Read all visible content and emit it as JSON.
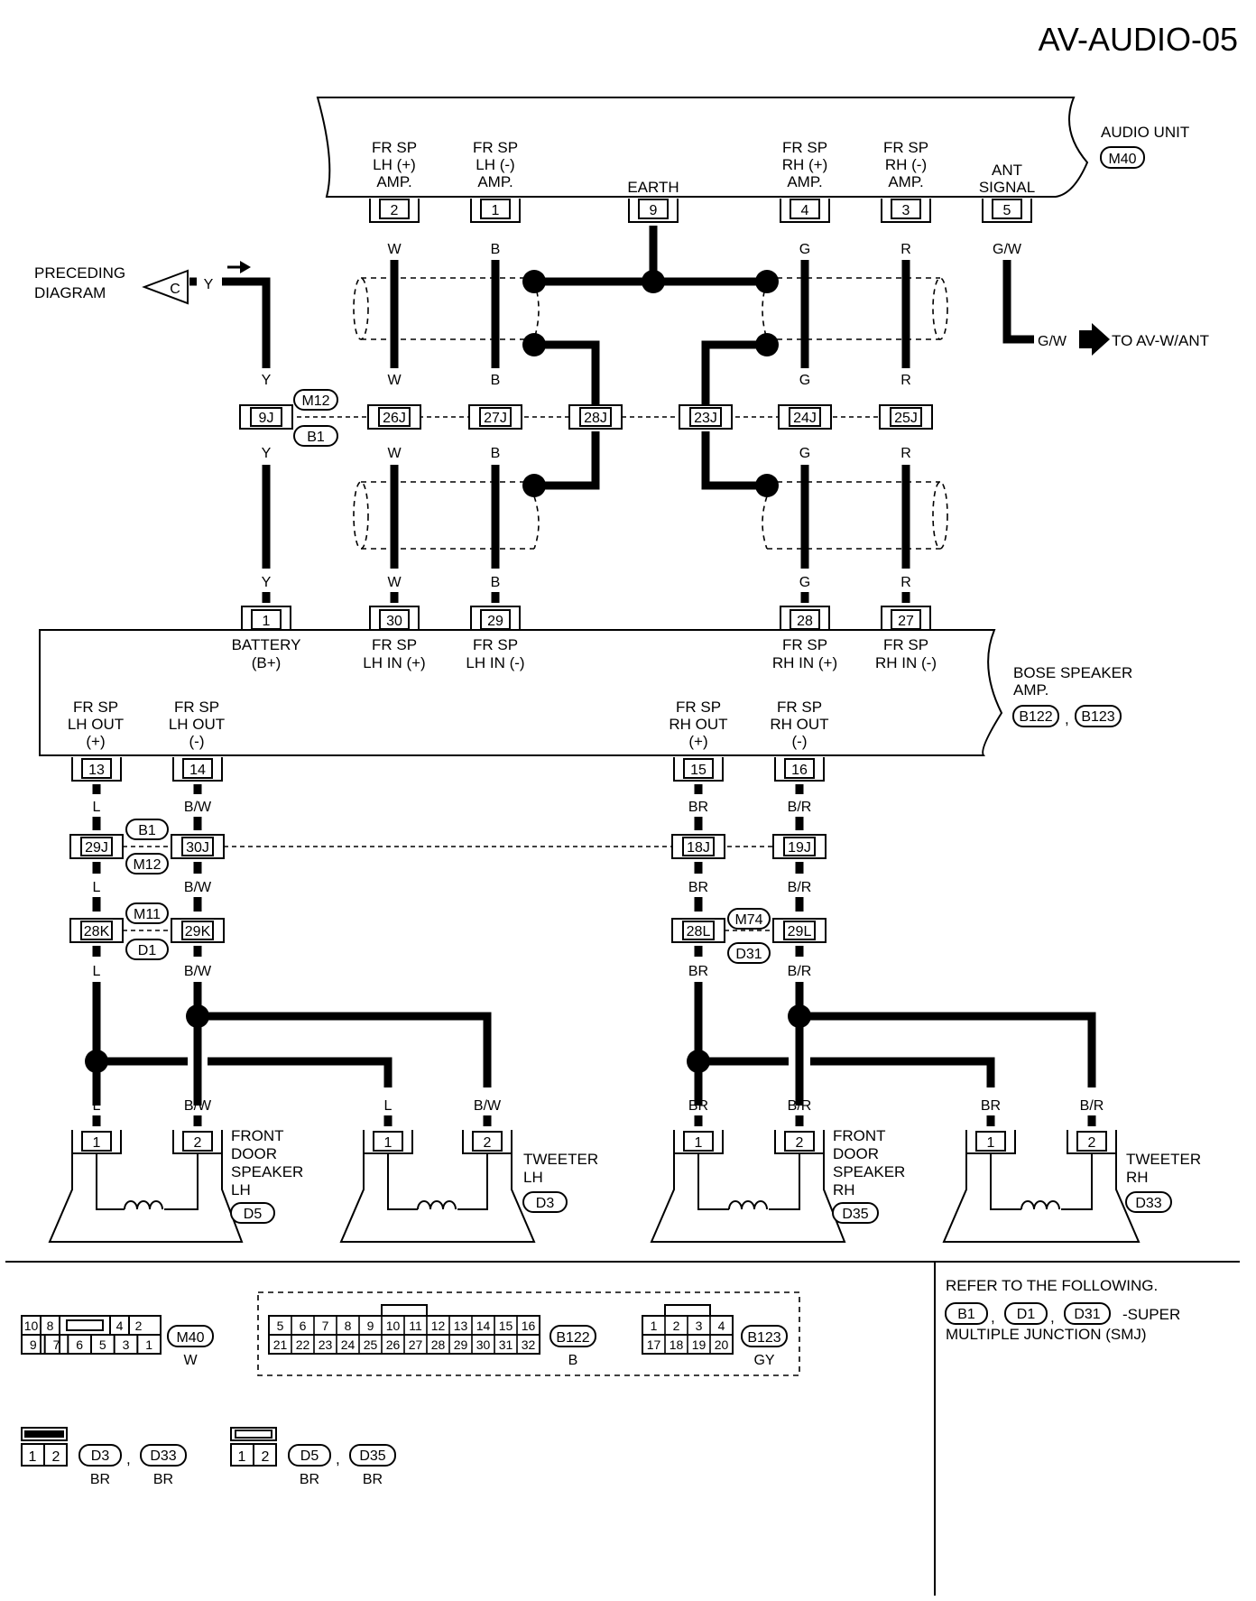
{
  "title": "AV-AUDIO-05",
  "audio_unit": {
    "name": "AUDIO UNIT",
    "connector": "M40",
    "terminals": [
      {
        "pin": "2",
        "l1": "FR SP",
        "l2": "LH (+)",
        "l3": "AMP.",
        "color": "W"
      },
      {
        "pin": "1",
        "l1": "FR SP",
        "l2": "LH (-)",
        "l3": "AMP.",
        "color": "B"
      },
      {
        "pin": "9",
        "l1": "",
        "l2": "",
        "l3": "EARTH",
        "color": ""
      },
      {
        "pin": "4",
        "l1": "FR SP",
        "l2": "RH (+)",
        "l3": "AMP.",
        "color": "G"
      },
      {
        "pin": "3",
        "l1": "FR SP",
        "l2": "RH (-)",
        "l3": "AMP.",
        "color": "R"
      },
      {
        "pin": "5",
        "l1": "",
        "l2": "ANT",
        "l3": "SIGNAL",
        "color": "G/W"
      }
    ]
  },
  "preceding": {
    "line1": "PRECEDING",
    "line2": "DIAGRAM",
    "letter": "C",
    "color": "Y"
  },
  "to_ant": {
    "color": "G/W",
    "text": "TO AV-W/ANT"
  },
  "junction_row": {
    "pins": [
      "9J",
      "26J",
      "27J",
      "28J",
      "23J",
      "24J",
      "25J"
    ],
    "conn_top": "M12",
    "conn_bottom": "B1"
  },
  "wire_colors_mid": [
    "Y",
    "W",
    "B",
    "G",
    "R"
  ],
  "bose_amp": {
    "name1": "BOSE SPEAKER",
    "name2": "AMP.",
    "connectors": [
      "B122",
      "B123"
    ],
    "sep": ",",
    "inputs": [
      {
        "pin": "1",
        "l1": "BATTERY",
        "l2": "(B+)"
      },
      {
        "pin": "30",
        "l1": "FR SP",
        "l2": "LH IN (+)"
      },
      {
        "pin": "29",
        "l1": "FR SP",
        "l2": "LH IN (-)"
      },
      {
        "pin": "28",
        "l1": "FR SP",
        "l2": "RH IN (+)"
      },
      {
        "pin": "27",
        "l1": "FR SP",
        "l2": "RH IN (-)"
      }
    ],
    "outputs": [
      {
        "pin": "13",
        "l1": "FR SP",
        "l2": "LH OUT",
        "l3": "(+)",
        "color": "L"
      },
      {
        "pin": "14",
        "l1": "FR SP",
        "l2": "LH OUT",
        "l3": "(-)",
        "color": "B/W"
      },
      {
        "pin": "15",
        "l1": "FR SP",
        "l2": "RH OUT",
        "l3": "(+)",
        "color": "BR"
      },
      {
        "pin": "16",
        "l1": "FR SP",
        "l2": "RH OUT",
        "l3": "(-)",
        "color": "B/R"
      }
    ]
  },
  "lower_junctions": {
    "row1": {
      "pins": [
        "29J",
        "30J",
        "18J",
        "19J"
      ],
      "conn_top": "B1",
      "conn_bottom": "M12"
    },
    "row2": {
      "pins": [
        "28K",
        "29K",
        "28L",
        "29L"
      ],
      "left_top": "M11",
      "left_bottom": "D1",
      "right_top": "M74",
      "right_bottom": "D31"
    }
  },
  "speakers": [
    {
      "l1": "FRONT",
      "l2": "DOOR",
      "l3": "SPEAKER",
      "l4": "LH",
      "conn": "D5",
      "colors": [
        "L",
        "B/W"
      ]
    },
    {
      "l1": "TWEETER",
      "l2": "LH",
      "conn": "D3",
      "colors": [
        "L",
        "B/W"
      ]
    },
    {
      "l1": "FRONT",
      "l2": "DOOR",
      "l3": "SPEAKER",
      "l4": "RH",
      "conn": "D35",
      "colors": [
        "BR",
        "B/R"
      ]
    },
    {
      "l1": "TWEETER",
      "l2": "RH",
      "conn": "D33",
      "colors": [
        "BR",
        "B/R"
      ]
    }
  ],
  "pins12": [
    "1",
    "2"
  ],
  "connector_views": {
    "m40": {
      "top": [
        "10",
        "8",
        "4",
        "2"
      ],
      "bottom": [
        "9",
        "7",
        "6",
        "5",
        "3",
        "1"
      ],
      "name": "M40",
      "color": "W"
    },
    "b122": {
      "top": [
        "5",
        "6",
        "7",
        "8",
        "9",
        "10",
        "11",
        "12",
        "13",
        "14",
        "15",
        "16"
      ],
      "bottom": [
        "21",
        "22",
        "23",
        "24",
        "25",
        "26",
        "27",
        "28",
        "29",
        "30",
        "31",
        "32"
      ],
      "name": "B122",
      "color": "B"
    },
    "b123": {
      "top": [
        "1",
        "2",
        "3",
        "4"
      ],
      "bottom": [
        "17",
        "18",
        "19",
        "20"
      ],
      "name": "B123",
      "color": "GY"
    },
    "d3": {
      "pins": [
        "1",
        "2"
      ],
      "names": [
        "D3",
        "D33"
      ],
      "colors": [
        "BR",
        "BR"
      ]
    },
    "d5": {
      "pins": [
        "1",
        "2"
      ],
      "names": [
        "D5",
        "D35"
      ],
      "colors": [
        "BR",
        "BR"
      ]
    }
  },
  "note": {
    "line1": "REFER TO THE FOLLOWING.",
    "conns": [
      "B1",
      "D1",
      "D31"
    ],
    "line2": "-SUPER",
    "line3": "MULTIPLE JUNCTION (SMJ)"
  }
}
